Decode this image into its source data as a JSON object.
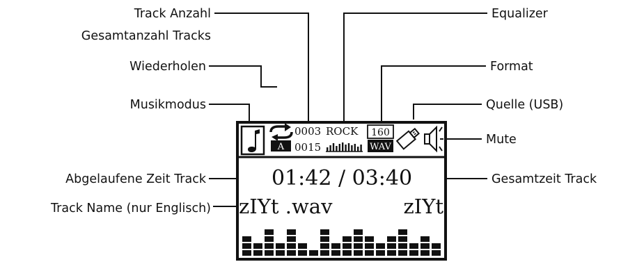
{
  "labels": {
    "track_count": "Track Anzahl",
    "total_tracks": "Gesamtanzahl Tracks",
    "repeat": "Wiederholen",
    "music_mode": "Musikmodus",
    "elapsed_time": "Abgelaufene Zeit Track",
    "track_name": "Track Name (nur Englisch)",
    "equalizer": "Equalizer",
    "format": "Format",
    "source": "Quelle (USB)",
    "mute": "Mute",
    "total_time": "Gesamtzeit Track"
  },
  "display": {
    "track_number": "0003",
    "total_tracks": "0015",
    "eq_preset": "ROCK",
    "bitrate": "160",
    "format": "WAV",
    "repeat_mode": "A",
    "time": "01:42 / 03:40",
    "track_name": "zIYt .wav",
    "track_name_scroll": "zIYt",
    "spectrum_levels": [
      3,
      2,
      4,
      2,
      4,
      2,
      1,
      4,
      2,
      3,
      4,
      3,
      2,
      3,
      4,
      2,
      3,
      2
    ]
  },
  "icons": [
    "music-note-icon",
    "repeat-icon",
    "equalizer-bars-icon",
    "usb-icon",
    "speaker-mute-icon"
  ]
}
